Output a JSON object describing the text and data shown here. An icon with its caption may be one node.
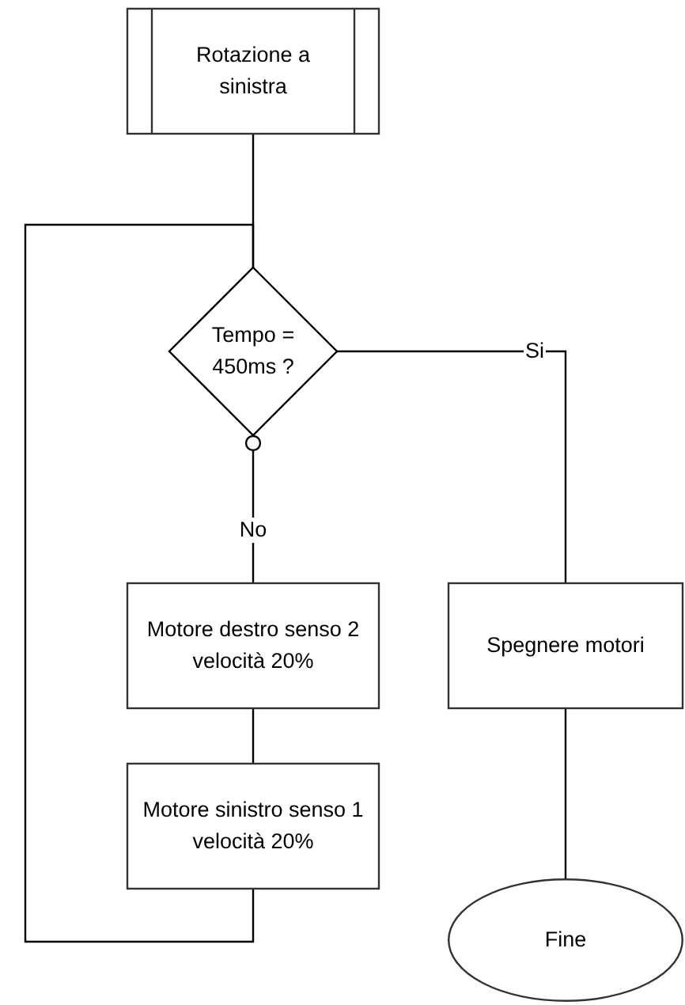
{
  "diagram": {
    "nodes": [
      {
        "text": [
          "Rotazione a sinistra"
        ]
      },
      {
        "text": [
          "Tempo = 450ms ?"
        ]
      },
      {
        "text": [
          "Motore destro senso 2 velocità 20%"
        ]
      },
      {
        "text": [
          "Motore sinistro senso 1 velocità 20%"
        ]
      },
      {
        "text": [
          "Spegnere motori"
        ]
      },
      {
        "text": [
          "Fine"
        ]
      }
    ],
    "edges": [
      {
        "from": 0,
        "to": 1,
        "arrow": "none"
      },
      {
        "from": 1,
        "to": 2,
        "arrow": "other",
        "label": "No"
      },
      {
        "from": 1,
        "to": 4,
        "arrow": "none",
        "label": "Si"
      },
      {
        "from": 2,
        "to": 3,
        "arrow": "none"
      },
      {
        "from": 3,
        "to": 1,
        "arrow": "none"
      },
      {
        "from": 4,
        "to": 5,
        "arrow": "none"
      }
    ]
  }
}
